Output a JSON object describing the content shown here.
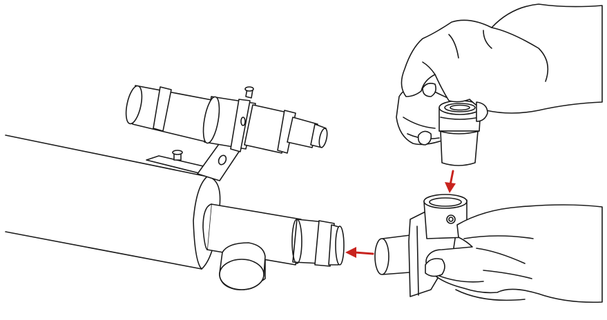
{
  "illustration": {
    "colors": {
      "ink": "#1a1a1a",
      "arrow": "#c8231e",
      "background": "#ffffff"
    },
    "arrows": [
      {
        "name": "eyepiece-into-diagonal-arrow",
        "direction": "down"
      },
      {
        "name": "diagonal-into-focuser-arrow",
        "direction": "left"
      }
    ]
  }
}
